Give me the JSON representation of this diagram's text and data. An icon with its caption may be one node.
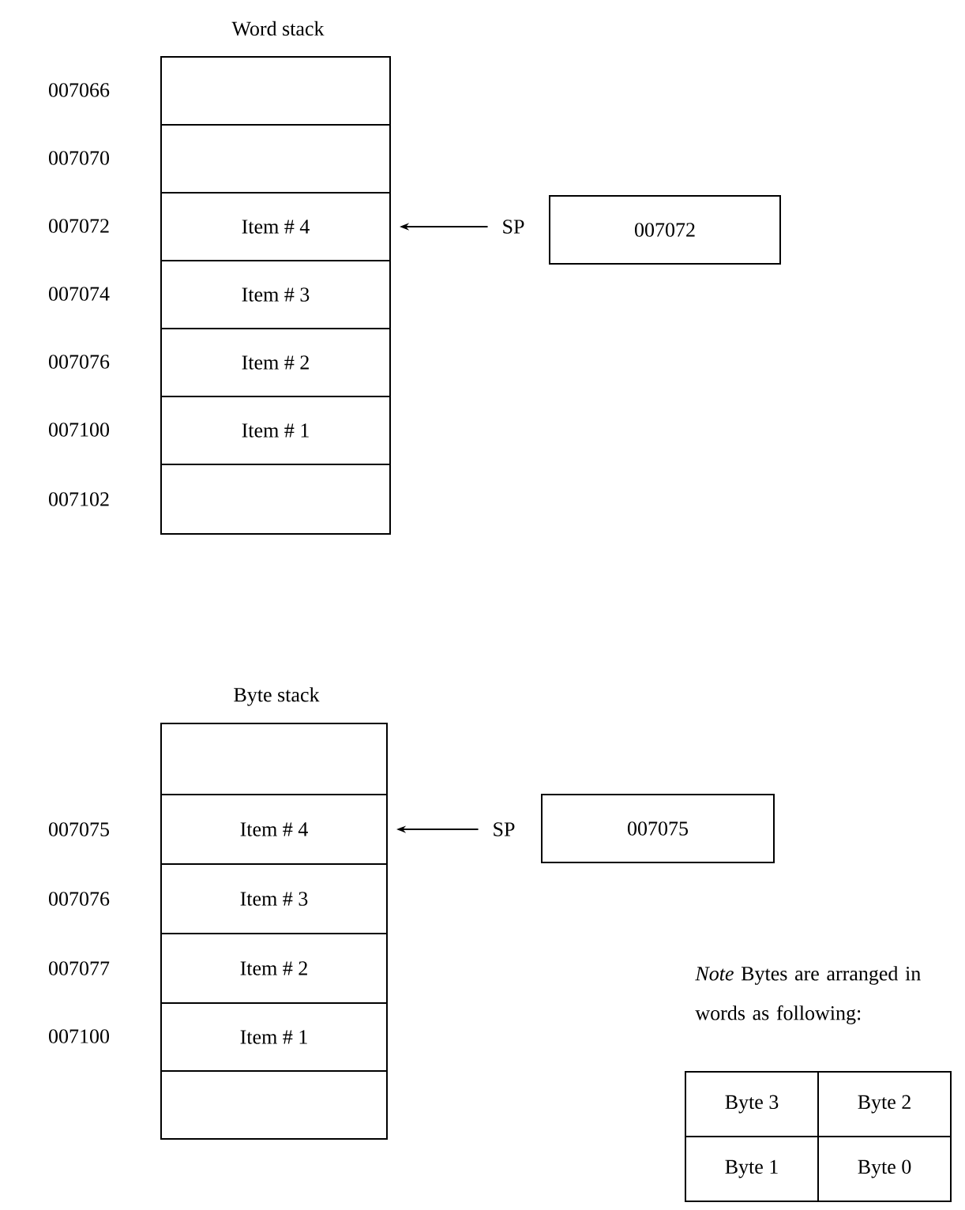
{
  "diagram": {
    "nodes": [
      {
        "text": [],
        "shape": "box"
      },
      {
        "text": [],
        "shape": "box"
      },
      {
        "text": [
          "Item # 4"
        ]
      },
      {
        "text": [
          "Item # 3"
        ]
      },
      {
        "text": [
          "Item # 2"
        ]
      },
      {
        "text": [
          "Item # 1"
        ]
      },
      {
        "text": [],
        "shape": "box"
      },
      {
        "text": [
          "SP"
        ]
      },
      {
        "text": [
          "007072"
        ]
      },
      {
        "text": [],
        "shape": "box"
      },
      {
        "text": [
          "Item # 4"
        ]
      },
      {
        "text": [
          "Item # 3"
        ]
      },
      {
        "text": [
          "Item # 2"
        ]
      },
      {
        "text": [
          "Item # 1"
        ]
      },
      {
        "text": [],
        "shape": "box"
      },
      {
        "text": [
          "SP"
        ]
      },
      {
        "text": [
          "007075"
        ]
      }
    ],
    "edges": [
      {
        "from": 7,
        "to": 2,
        "arrow": "to"
      },
      {
        "from": 15,
        "to": 10,
        "arrow": "to"
      }
    ],
    "labels": [
      "Word stack",
      "007066",
      "007070",
      "007072",
      "007074",
      "007076",
      "007100",
      "007102",
      "Byte stack",
      "007075",
      "007076",
      "007077",
      "007100",
      "*Note* Bytes are arranged in words as following:",
      "Byte 3",
      "Byte 2",
      "Byte 1",
      "Byte 0"
    ]
  }
}
